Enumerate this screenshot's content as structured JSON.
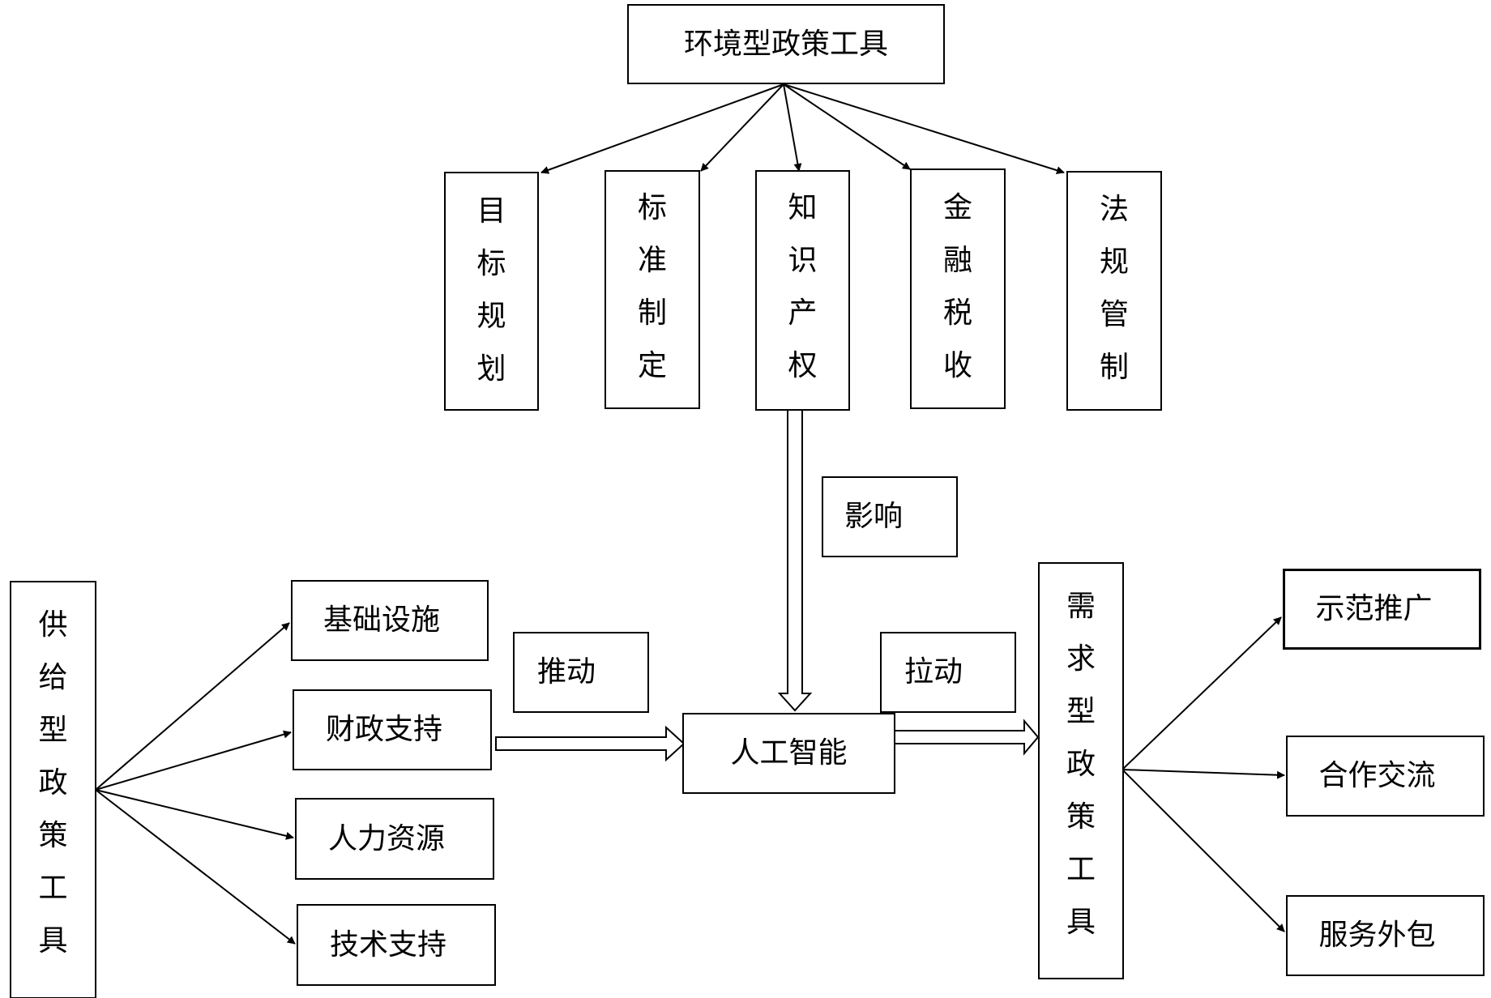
{
  "env": {
    "title": "环境型政策工具",
    "items": [
      "目标规划",
      "标准制定",
      "知识产权",
      "金融税收",
      "法规管制"
    ]
  },
  "supply": {
    "title": "供给型政策工具",
    "items": [
      "基础设施",
      "财政支持",
      "人力资源",
      "技术支持"
    ]
  },
  "demand": {
    "title": "需求型政策工具",
    "items": [
      "示范推广",
      "合作交流",
      "服务外包"
    ]
  },
  "center": {
    "label": "人工智能"
  },
  "edges": {
    "influence": "影响",
    "push": "推动",
    "pull": "拉动"
  }
}
